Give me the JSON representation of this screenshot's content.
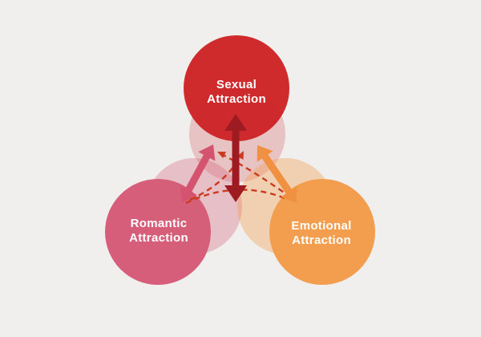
{
  "figure": {
    "background_color": "#f0efee",
    "nodes": [
      {
        "id": "sexual",
        "label": "Sexual Attraction",
        "color": "#cf2b2d"
      },
      {
        "id": "romantic",
        "label": "Romantic Attraction",
        "color": "#d65e7a"
      },
      {
        "id": "emotional",
        "label": "Emotional Attraction",
        "color": "#f29e4e"
      }
    ],
    "arrows": {
      "vertical_double_arrow_color": "#9e1c21",
      "left_double_arrow_color": "#d4536e",
      "right_double_arrow_color": "#ef9140",
      "dashed_arrow_color": "#cb3a1e"
    },
    "relationships": [
      "sexual-romantic solid double arrow",
      "sexual-emotional solid double arrow",
      "sexual center solid double arrow",
      "romantic-sexual dashed arrow",
      "emotional-sexual dashed arrow",
      "romantic-emotional dashed line"
    ]
  }
}
